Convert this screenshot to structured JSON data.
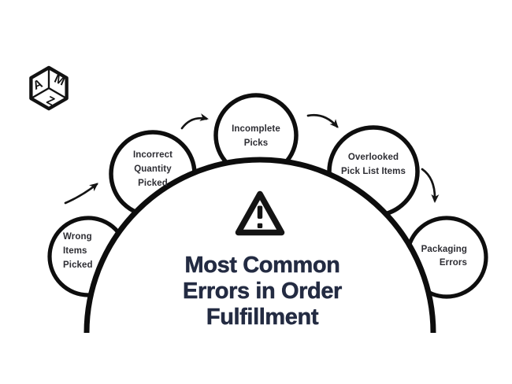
{
  "canvas": {
    "background": "#ffffff"
  },
  "logo": {
    "name": "AMZ hexagon cube logo",
    "letters": [
      "A",
      "M",
      "Z"
    ],
    "color": "#121212"
  },
  "diagram": {
    "stroke_color": "#0e0e0e",
    "bubble_fill": "#ffffff",
    "label_color": "#2d2d33",
    "center_icon": "warning-exclamation-triangle",
    "title": {
      "lines": [
        "Most Common",
        "Errors in Order",
        "Fulfillment"
      ],
      "color": "#232b42"
    },
    "bubbles": [
      {
        "id": "wrong-items-picked",
        "lines": [
          "Wrong",
          "Items",
          "Picked"
        ]
      },
      {
        "id": "incorrect-quantity-picked",
        "lines": [
          "Incorrect",
          "Quantity",
          "Picked"
        ]
      },
      {
        "id": "incomplete-picks",
        "lines": [
          "Incomplete",
          "Picks"
        ]
      },
      {
        "id": "overlooked-pick-list-items",
        "lines": [
          "Overlooked",
          "Pick List Items"
        ]
      },
      {
        "id": "packaging-errors",
        "lines": [
          "Packaging",
          "Errors"
        ]
      }
    ]
  }
}
